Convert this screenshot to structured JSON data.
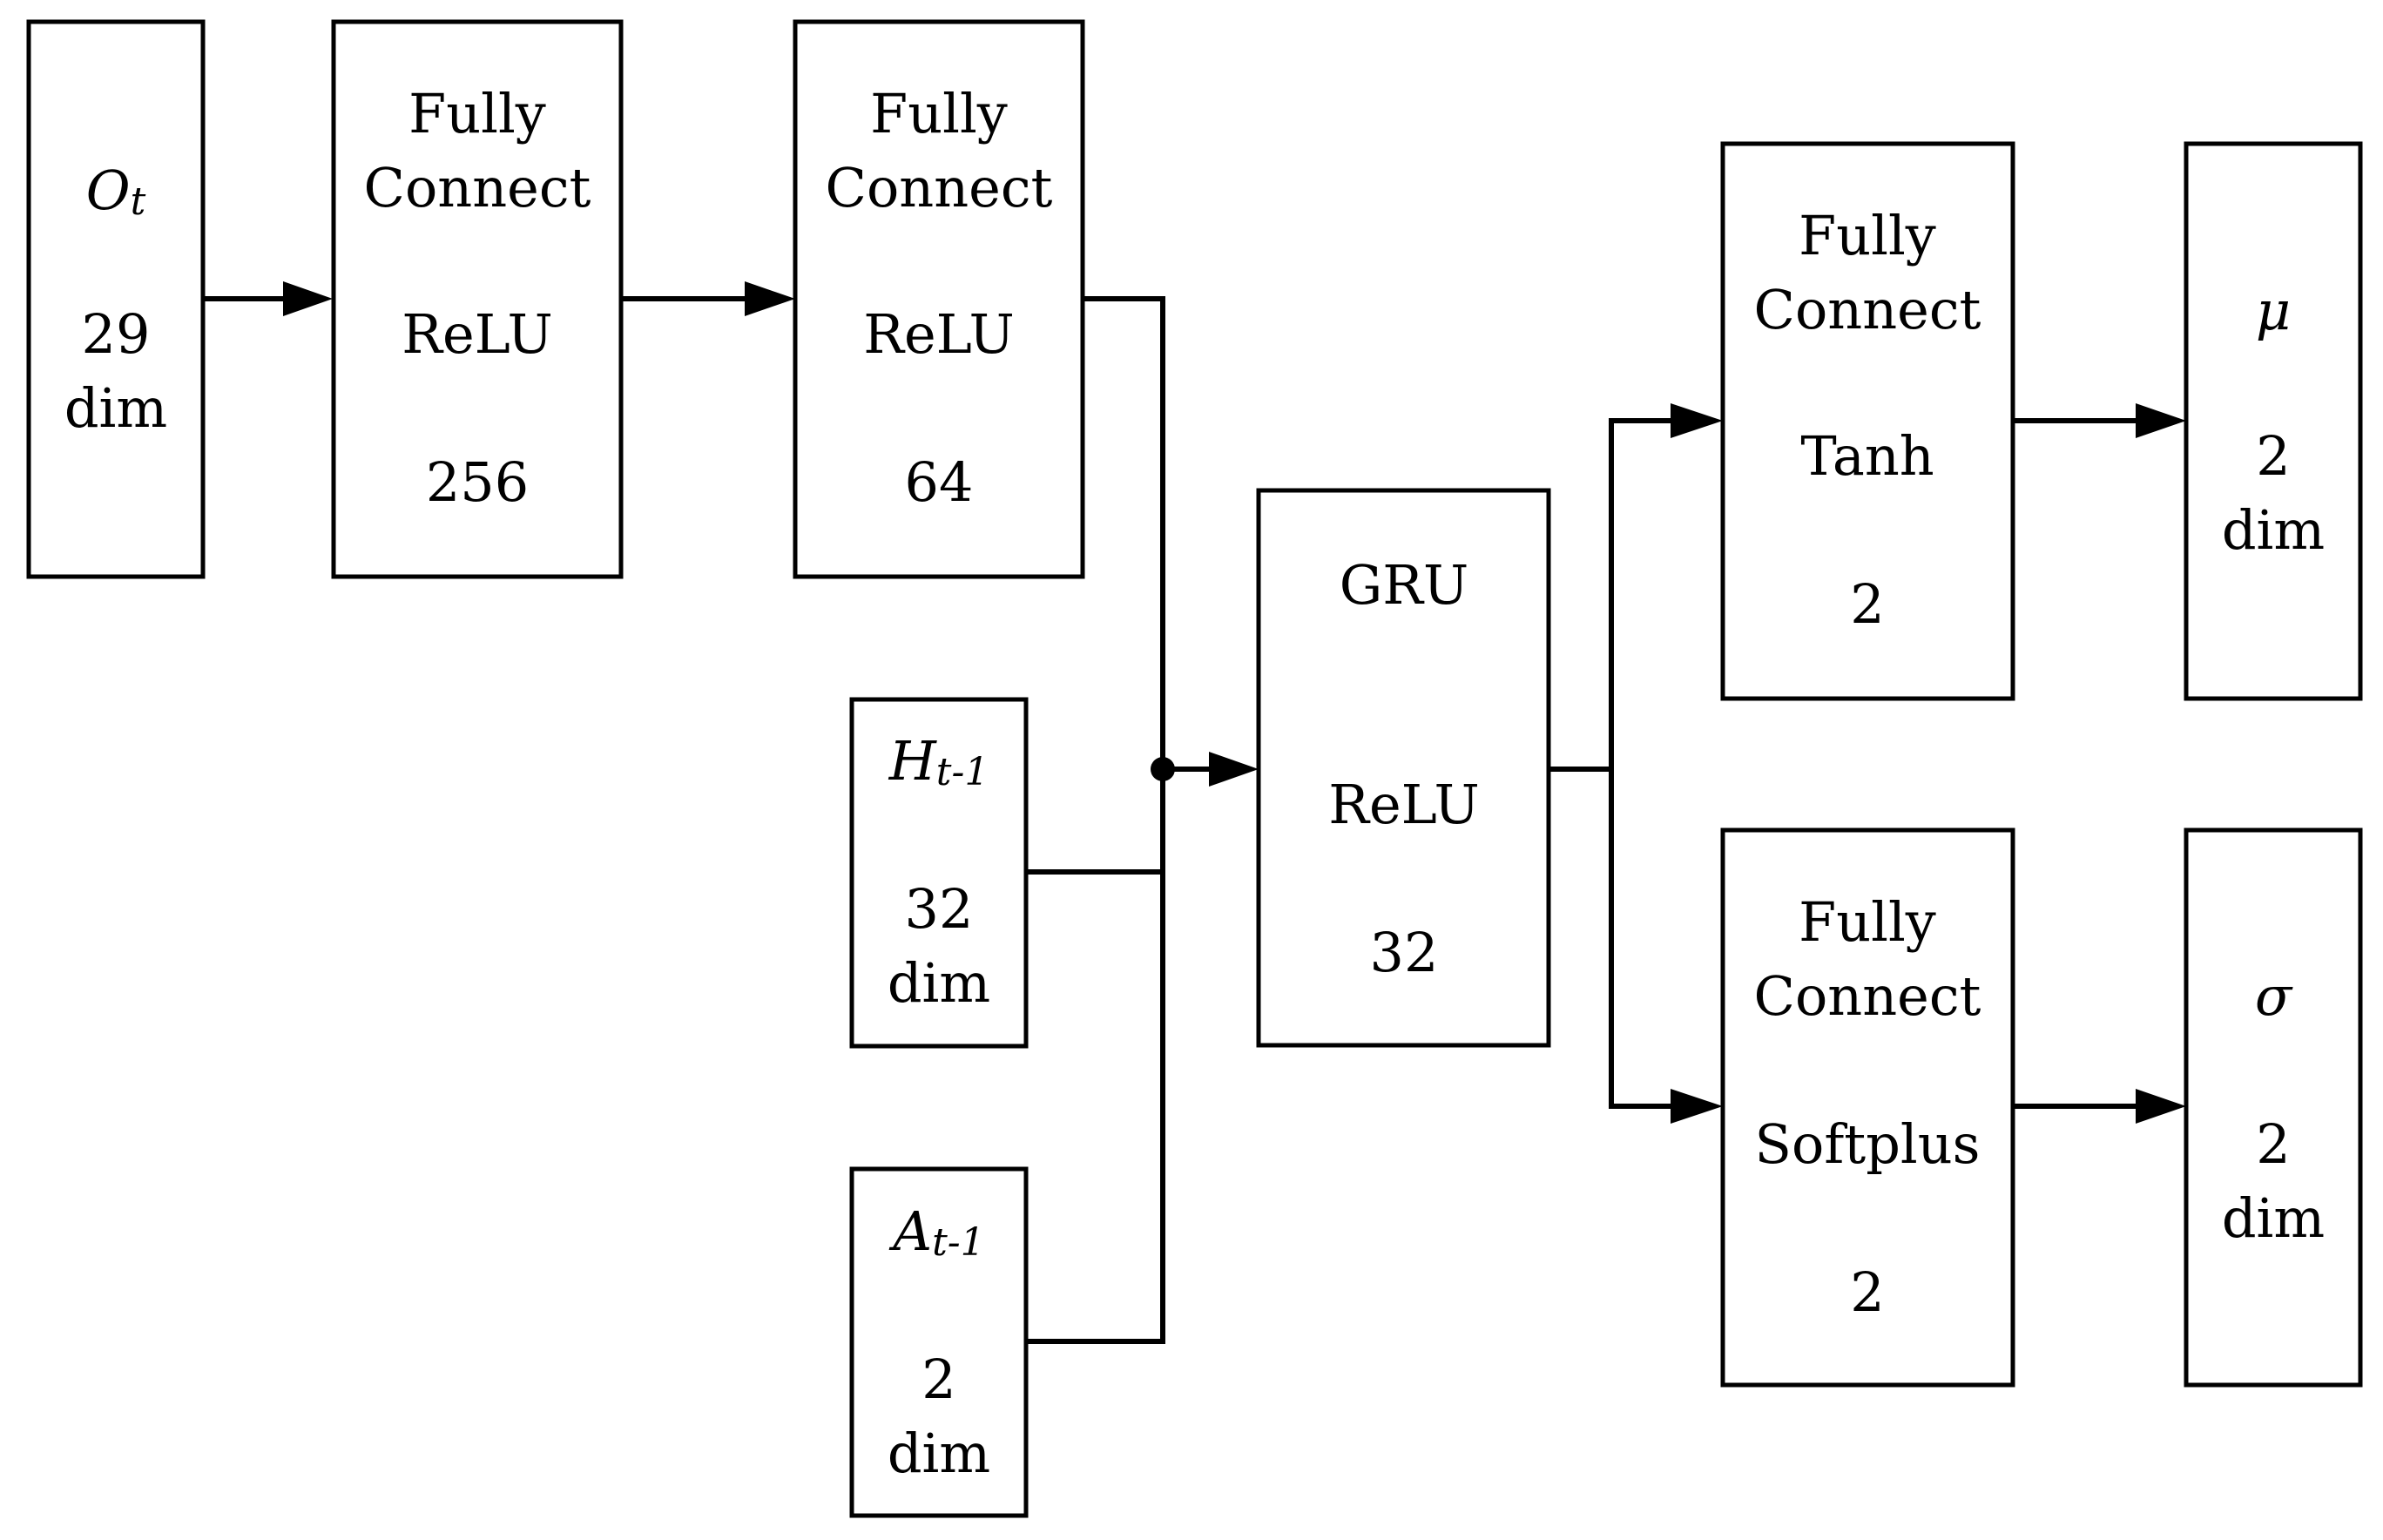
{
  "input_ot": {
    "symbol": "O",
    "subscript": "t",
    "line1": "29",
    "line2": "dim"
  },
  "fc1": {
    "line1": "Fully",
    "line2": "Connect",
    "activation": "ReLU",
    "units": "256"
  },
  "fc2": {
    "line1": "Fully",
    "line2": "Connect",
    "activation": "ReLU",
    "units": "64"
  },
  "input_ht": {
    "symbol": "H",
    "subscript": "t-1",
    "line1": "32",
    "line2": "dim"
  },
  "input_at": {
    "symbol": "A",
    "subscript": "t-1",
    "line1": "2",
    "line2": "dim"
  },
  "gru": {
    "name": "GRU",
    "activation": "ReLU",
    "units": "32"
  },
  "fc_mu": {
    "line1": "Fully",
    "line2": "Connect",
    "activation": "Tanh",
    "units": "2"
  },
  "fc_sigma": {
    "line1": "Fully",
    "line2": "Connect",
    "activation": "Softplus",
    "units": "2"
  },
  "out_mu": {
    "symbol": "μ",
    "line1": "2",
    "line2": "dim"
  },
  "out_sigma": {
    "symbol": "σ",
    "line1": "2",
    "line2": "dim"
  }
}
